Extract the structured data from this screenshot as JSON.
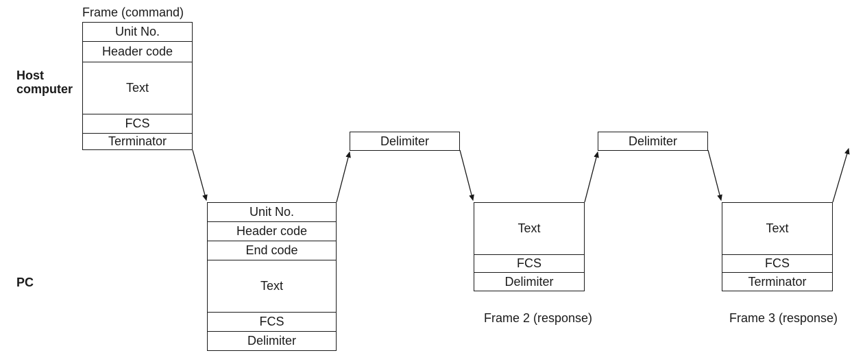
{
  "labels": {
    "frame_command": "Frame (command)",
    "frame2": "Frame 2 (response)",
    "frame3": "Frame 3 (response)",
    "host_line1": "Host",
    "host_line2": "computer",
    "pc": "PC"
  },
  "command_frame": {
    "unit_no": "Unit  No.",
    "header_code": "Header  code",
    "text": "Text",
    "fcs": "FCS",
    "terminator": "Terminator"
  },
  "response_frame1": {
    "unit_no": "Unit  No.",
    "header_code": "Header  code",
    "end_code": "End  code",
    "text": "Text",
    "fcs": "FCS",
    "delimiter": "Delimiter"
  },
  "host_delimiter1": "Delimiter",
  "host_delimiter2": "Delimiter",
  "response_frame2": {
    "text": "Text",
    "fcs": "FCS",
    "delimiter": "Delimiter"
  },
  "response_frame3": {
    "text": "Text",
    "fcs": "FCS",
    "terminator": "Terminator"
  }
}
